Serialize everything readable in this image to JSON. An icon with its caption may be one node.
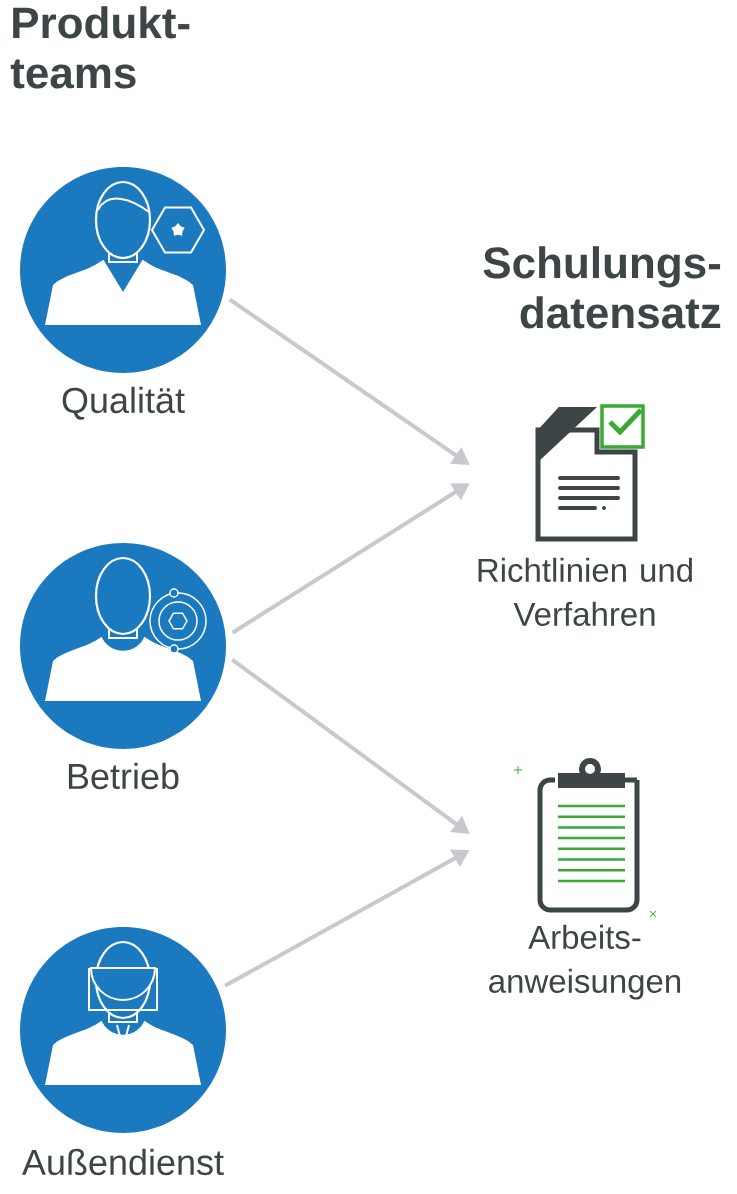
{
  "diagram": {
    "nodes": [
      {
        "text": [
          "Qualität"
        ]
      },
      {
        "text": [
          "Betrieb"
        ]
      },
      {
        "text": [
          "Außendienst"
        ]
      },
      {
        "text": [
          "Richtlinien und Verfahren"
        ]
      },
      {
        "text": [
          "Arbeits- anweisungen"
        ]
      }
    ],
    "edges": [
      {
        "from": 0,
        "to": 3,
        "arrow": "to"
      },
      {
        "from": 1,
        "to": 3,
        "arrow": "to"
      },
      {
        "from": 1,
        "to": 4,
        "arrow": "to"
      },
      {
        "from": 2,
        "to": 4,
        "arrow": "to"
      }
    ],
    "labels": [
      "Produkt- teams",
      "Schulungs- datensatz"
    ]
  }
}
